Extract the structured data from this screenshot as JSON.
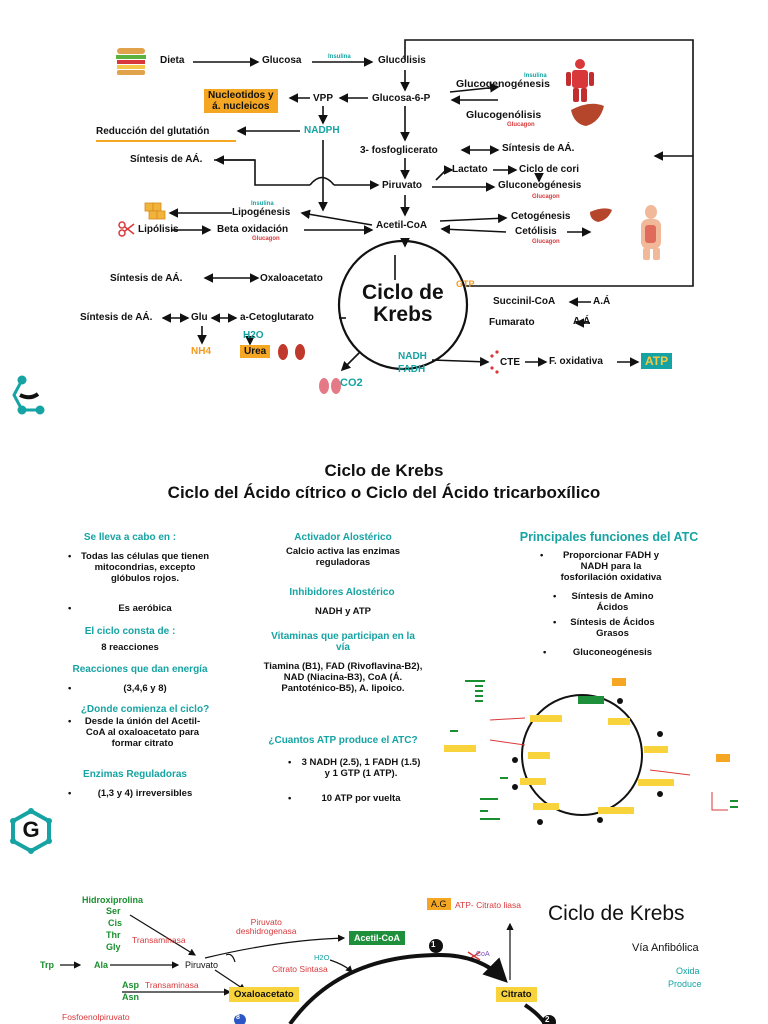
{
  "section1": {
    "dieta": "Dieta",
    "glucosa": "Glucosa",
    "insulina1": "Insulina",
    "glucolisis": "Glucólisis",
    "insulina2": "Insulina",
    "glucogenogenesis": "Glucogenogénesis",
    "glucogenolisis": "Glucogenólisis",
    "glucagon1": "Glucagon",
    "nucleotidos": "Nucleotidos y\ná. nucleicos",
    "vpp": "VPP",
    "glucosa6p": "Glucosa-6-P",
    "nadph": "NADPH",
    "reduccion": "Reducción del glutatión",
    "fosfoglicerato": "3- fosfoglicerato",
    "sintesis_aa_right": "Síntesis de AÁ.",
    "sintesis_aa_left1": "Síntesis de AÁ.",
    "lactato": "Lactato",
    "ciclo_cori": "Ciclo de cori",
    "piruvato": "Piruvato",
    "gluconeogenesis": "Gluconeogénesis",
    "glucagon2": "Glucagon",
    "insulina3": "Insulina",
    "lipogenesis": "Lipogénesis",
    "lipolisis": "Lipólisis",
    "beta_oxidacion": "Beta oxidación",
    "glucagon3": "Glucagon",
    "acetil_coa": "Acetil-CoA",
    "cetogenesis": "Cetogénesis",
    "cetolisis": "Cetólisis",
    "glucagon4": "Glucagon",
    "sintesis_aa_left2": "Síntesis de AÁ.",
    "oxaloacetato": "Oxaloacetato",
    "ciclo_title": "Ciclo de\nKrebs",
    "gtp": "GTP",
    "succinil": "Succinil-CoA",
    "aa1": "A.Á",
    "fumarato": "Fumarato",
    "aa2": "A.Á",
    "sintesis_aa_left3": "Síntesis de AÁ.",
    "glu": "Glu",
    "cetoglutarato": "a-Cetoglutarato",
    "h2o": "H2O",
    "nh4": "NH4",
    "urea": "Urea",
    "nadh": "NADH",
    "fadh": "FADH",
    "cte": "CTE",
    "f_oxidativa": "F. oxidativa",
    "atp": "ATP",
    "co2": "CO2"
  },
  "section2": {
    "title1": "Ciclo de Krebs",
    "title2": "Ciclo del Ácido cítrico o Ciclo del Ácido tricarboxílico",
    "col1": {
      "h_lugar": "Se lleva a cabo en :",
      "lugar": "Todas las células que tienen mitocondrias, excepto glóbulos rojos.",
      "aerobica": "Es aeróbica",
      "h_consta": "El ciclo consta de :",
      "reacciones": "8 reacciones",
      "h_energia": "Reacciones que dan energía",
      "energia": "(3,4,6 y 8)",
      "h_comienza": "¿Donde comienza el ciclo?",
      "comienza": "Desde la únión del Acetil-CoA al oxaloacetato para formar citrato",
      "h_enzimas": "Enzimas Reguladoras",
      "enzimas": "(1,3 y 4) irreversibles"
    },
    "col2": {
      "h_activador": "Activador Alostérico",
      "activador": "Calcio activa las enzimas reguladoras",
      "h_inhibidores": "Inhibidores Alostérico",
      "inhibidores": "NADH y ATP",
      "h_vitaminas": "Vitaminas que participan en la vía",
      "vitaminas": "Tiamina (B1), FAD (Rivoflavina-B2), NAD (Niacina-B3), CoA (Á. Pantoténico-B5), A. lipoico.",
      "h_atp": "¿Cuantos ATP produce el ATC?",
      "atp1": "3 NADH (2.5), 1 FADH (1.5) y 1 GTP (1 ATP).",
      "atp2": "10 ATP por vuelta"
    },
    "col3": {
      "h_funciones": "Principales funciones del ATC",
      "f1": "Proporcionar FADH y NADH para la fosforilación oxidativa",
      "f2": "Síntesis de Amino Ácidos",
      "f3": "Síntesis de Ácidos Grasos",
      "f4": "Gluconeogénesis"
    },
    "logo_letter": "G"
  },
  "section3": {
    "hidroxiprolina": "Hidroxiprolina",
    "ser": "Ser",
    "cis": "Cis",
    "thr": "Thr",
    "gly": "Gly",
    "transaminasa1": "Transaminasa",
    "trp": "Trp",
    "ala": "Ala",
    "piruvato": "Piruvato",
    "pdh": "Piruvato\ndeshidrogenasa",
    "acetil": "Acetil-CoA",
    "h2o": "H2O",
    "citrato_sintasa": "Citrato Sintasa",
    "coa": "CoA",
    "ag": "A.G",
    "atp_citrato": "ATP- Citrato liasa",
    "title": "Ciclo de Krebs",
    "via": "Vía Anfibólica",
    "oxida": "Oxida",
    "produce": "Produce",
    "asp": "Asp",
    "asn": "Asn",
    "transaminasa2": "Transaminasa",
    "oxaloacetato": "Oxaloacetato",
    "citrato": "Citrato",
    "fosfoenol": "Fosfoenolpiruvato",
    "num1": "1",
    "num2": "2",
    "num8": "8"
  }
}
